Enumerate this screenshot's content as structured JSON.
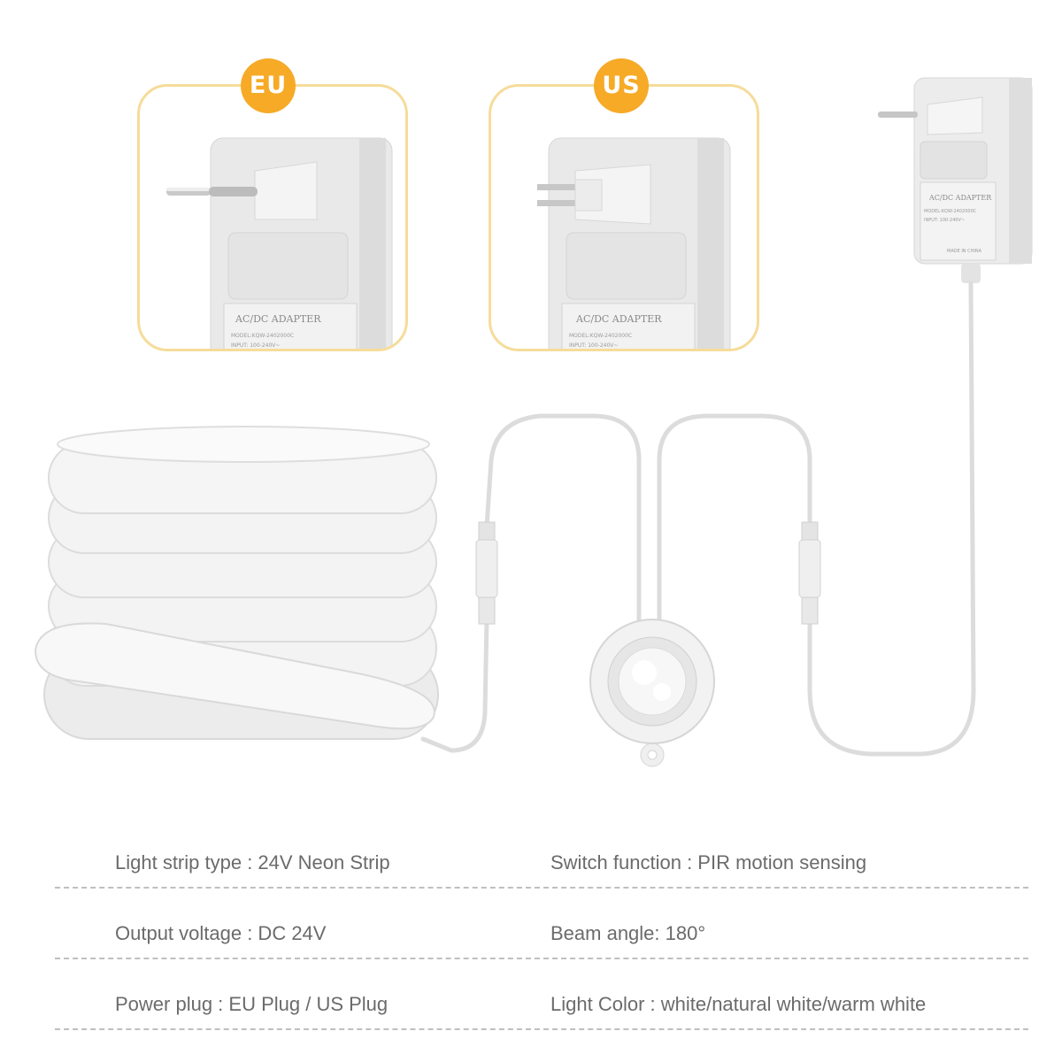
{
  "badges": {
    "eu": "EU",
    "us": "US"
  },
  "adapter": {
    "label": "AC/DC ADAPTER",
    "model": "MODEL:KQW-2402000C",
    "input": "INPUT: 100-240V~",
    "made_in": "MADE IN CHINA"
  },
  "specs": [
    {
      "left": "Light strip type : 24V Neon Strip",
      "right": "Switch function : PIR motion sensing"
    },
    {
      "left": "Output voltage : DC 24V",
      "right": "Beam angle: 180°"
    },
    {
      "left": "Power plug : EU Plug / US Plug",
      "right": "Light Color : white/natural white/warm white"
    }
  ],
  "colors": {
    "badge": "#f6aa26",
    "panel_border": "#f6dc9a",
    "text": "#6b6b6b",
    "divider": "#bfbfbf"
  },
  "icons": [
    "eu-adapter-icon",
    "us-adapter-icon",
    "power-adapter-icon",
    "neon-strip-coil-icon",
    "pir-sensor-icon"
  ]
}
